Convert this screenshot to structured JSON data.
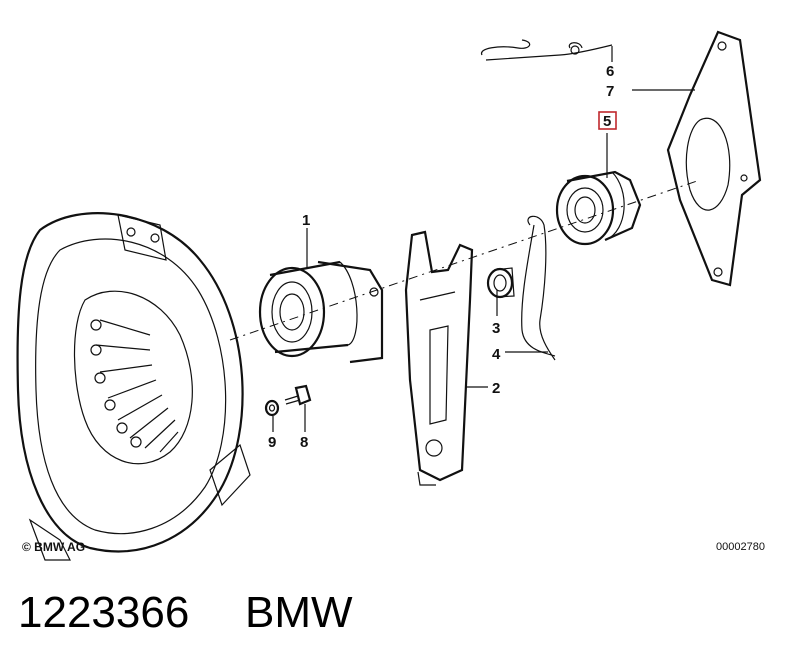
{
  "callouts": {
    "c1": "1",
    "c2": "2",
    "c3": "3",
    "c4": "4",
    "c5": "5",
    "c6": "6",
    "c7": "7",
    "c8": "8",
    "c9": "9"
  },
  "highlighted_part": "5",
  "highlight_color": "#c0282d",
  "copyright": "© BMW AG",
  "diagram_code": "00002780",
  "caption": {
    "part_number": "1223366",
    "brand": "BMW"
  }
}
